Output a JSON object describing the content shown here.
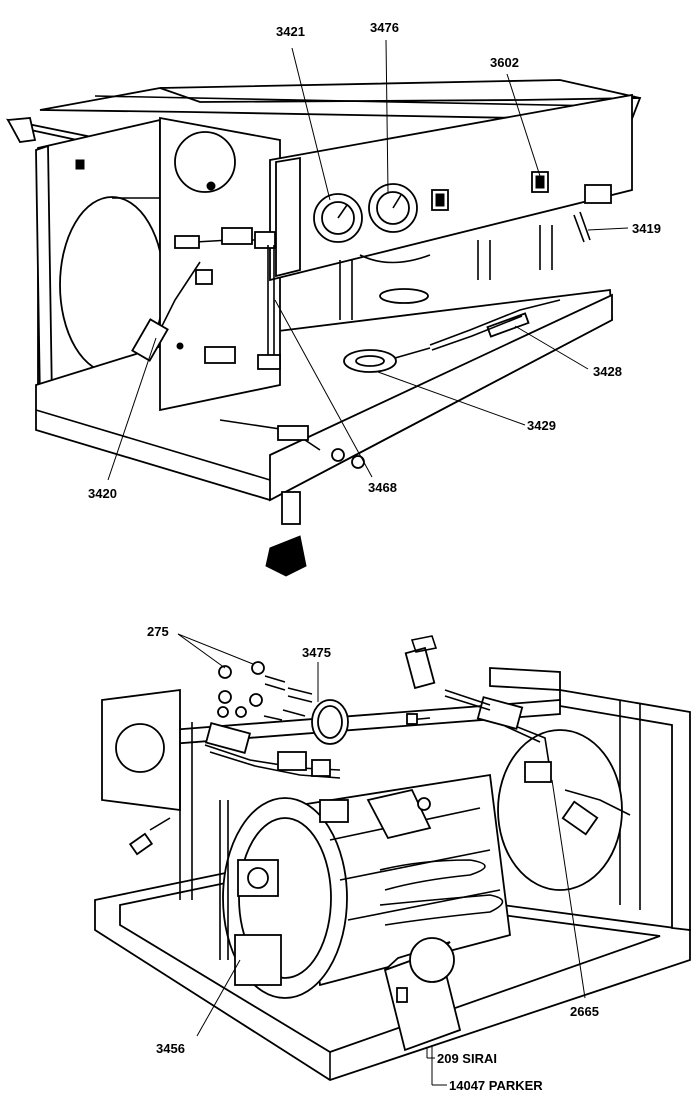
{
  "diagram": {
    "top_callouts": {
      "c3421": "3421",
      "c3476": "3476",
      "c3602": "3602",
      "c3419": "3419",
      "c3428": "3428",
      "c3429": "3429",
      "c3468": "3468",
      "c3420": "3420"
    },
    "bottom_callouts": {
      "c275": "275",
      "c3475": "3475",
      "c2665": "2665",
      "c3456": "3456",
      "c209": "209 SIRAI",
      "c14047": "14047 PARKER"
    }
  }
}
